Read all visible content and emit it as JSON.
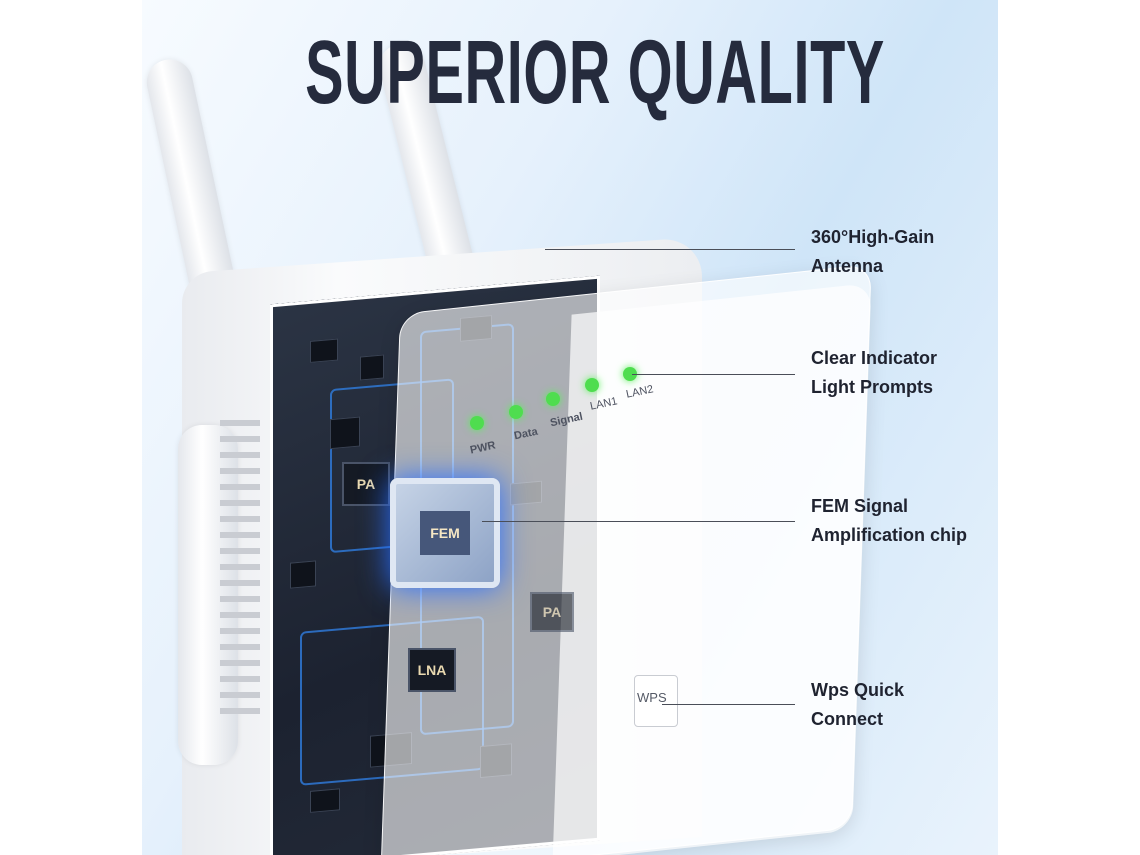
{
  "title": "SUPERIOR QUALITY",
  "callouts": [
    {
      "line1": "360°High-Gain",
      "line2": "Antenna"
    },
    {
      "line1": "Clear Indicator",
      "line2": "Light Prompts"
    },
    {
      "line1": "FEM Signal",
      "line2": "Amplification chip"
    },
    {
      "line1": "Wps Quick",
      "line2": "Connect"
    }
  ],
  "indicators": [
    "PWR",
    "Data",
    "Signal",
    "LAN1",
    "LAN2"
  ],
  "indicator_color": "#4fdd4f",
  "chips": {
    "pa1": "PA",
    "pa2": "PA",
    "fem": "FEM",
    "lna": "LNA"
  },
  "wps_button": "WPS",
  "colors": {
    "title": "#252b3d",
    "pcb": "#1c2230",
    "traces": "#2f7de0",
    "background": "#cfe5f8"
  }
}
